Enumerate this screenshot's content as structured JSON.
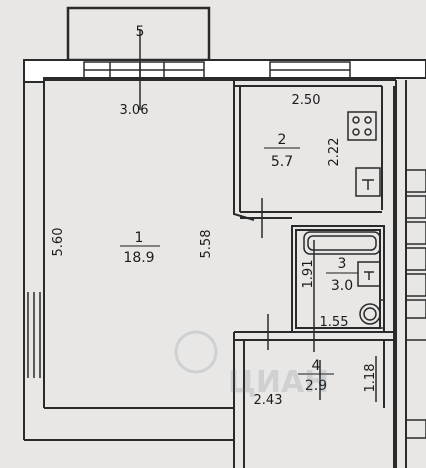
{
  "plan": {
    "rooms": [
      {
        "number": "1",
        "area": "18.9",
        "dims": [
          "5.60",
          "5.58",
          "3.06"
        ]
      },
      {
        "number": "2",
        "area": "5.7",
        "dims": [
          "2.50",
          "2.22"
        ]
      },
      {
        "number": "3",
        "area": "3.0",
        "dims": [
          "1.91",
          "1.55"
        ]
      },
      {
        "number": "4",
        "area": "2.9",
        "dims": [
          "2.43",
          "1.18"
        ]
      },
      {
        "number": "5"
      }
    ],
    "watermark": "ЦИАН"
  }
}
